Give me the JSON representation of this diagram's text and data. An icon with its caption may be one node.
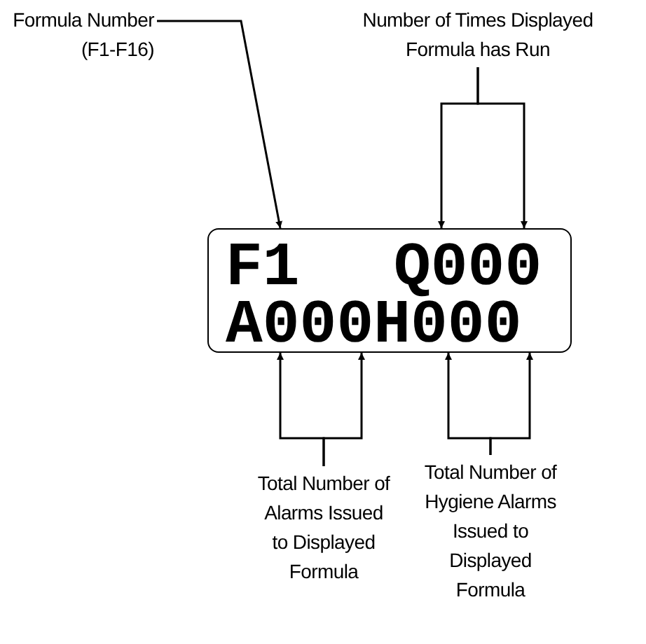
{
  "diagram": {
    "nodes": [
      {
        "text": [
          "Formula Number (F1-F16)"
        ]
      },
      {
        "text": [
          "Number of Times Displayed Formula has Run"
        ]
      },
      {
        "text": [
          "F1",
          "Q000",
          "A000H000"
        ]
      },
      {
        "text": [
          "Total Number of Alarms Issued to Displayed Formula"
        ]
      },
      {
        "text": [
          "Total Number of Hygiene Alarms Issued to Displayed Formula"
        ]
      }
    ],
    "edges": [
      {
        "from": 0,
        "to": 2,
        "arrow": "to"
      },
      {
        "from": 1,
        "to": 2,
        "arrow": "to"
      },
      {
        "from": 1,
        "to": 2,
        "arrow": "to"
      },
      {
        "from": 3,
        "to": 2,
        "arrow": "to"
      },
      {
        "from": 3,
        "to": 2,
        "arrow": "to"
      },
      {
        "from": 4,
        "to": 2,
        "arrow": "to"
      },
      {
        "from": 4,
        "to": 2,
        "arrow": "to"
      }
    ]
  }
}
